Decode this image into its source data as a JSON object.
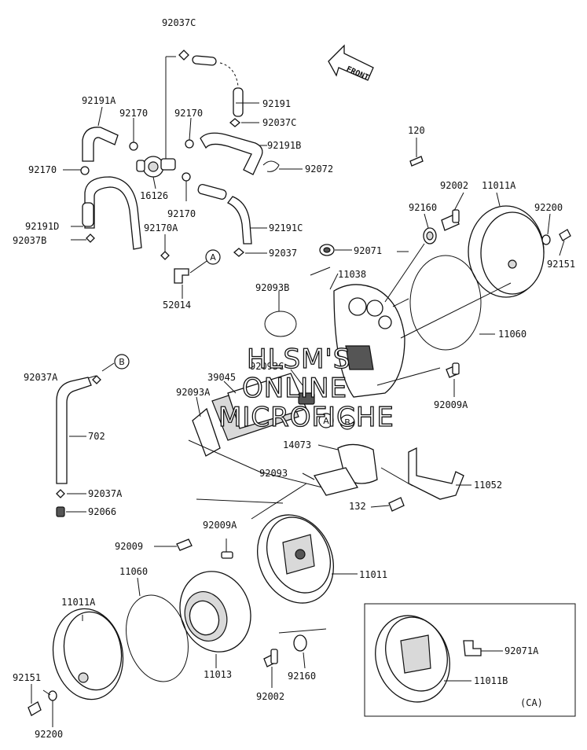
{
  "labels": {
    "p92037c_top": "92037C",
    "p92191": "92191",
    "p92037c_r": "92037C",
    "p92191a": "92191A",
    "p92170_a": "92170",
    "p92170_b": "92170",
    "p92191b": "92191B",
    "p92170_l": "92170",
    "p92072": "92072",
    "p16126": "16126",
    "p92170_c": "92170",
    "p92191d": "92191D",
    "p92037b": "92037B",
    "p92170a": "92170A",
    "p92191c": "92191C",
    "p92037": "92037",
    "p52014": "52014",
    "p120": "120",
    "p92002_r": "92002",
    "p11011a_r": "11011A",
    "p92200_r": "92200",
    "p92160_r": "92160",
    "p92151_r": "92151",
    "p92071": "92071",
    "p11038": "11038",
    "p92093b": "92093B",
    "p11060_r": "11060",
    "p92037a": "92037A",
    "p39045": "39045",
    "p92093c": "92093C",
    "p92093a": "92093A",
    "p92009a_r": "92009A",
    "p702": "702",
    "p14073": "14073",
    "p92093": "92093",
    "p11052": "11052",
    "p92037a_b": "92037A",
    "p132": "132",
    "p92066": "92066",
    "p92009a_m": "92009A",
    "p92009": "92009",
    "p11011": "11011",
    "p11060_l": "11060",
    "p11011a_l": "11011A",
    "p11013": "11013",
    "p92151_l": "92151",
    "p92002_l": "92002",
    "p92160_l": "92160",
    "p92200_l": "92200",
    "p92071a": "92071A",
    "p11011b": "11011B",
    "ca": "(CA)"
  },
  "callouts": {
    "a1": "A",
    "b1": "B",
    "a2": "A",
    "b2": "B"
  },
  "front_arrow": "FRONT",
  "watermark": [
    "HLSM'S",
    "ONLINE",
    "MICROFICHE"
  ]
}
